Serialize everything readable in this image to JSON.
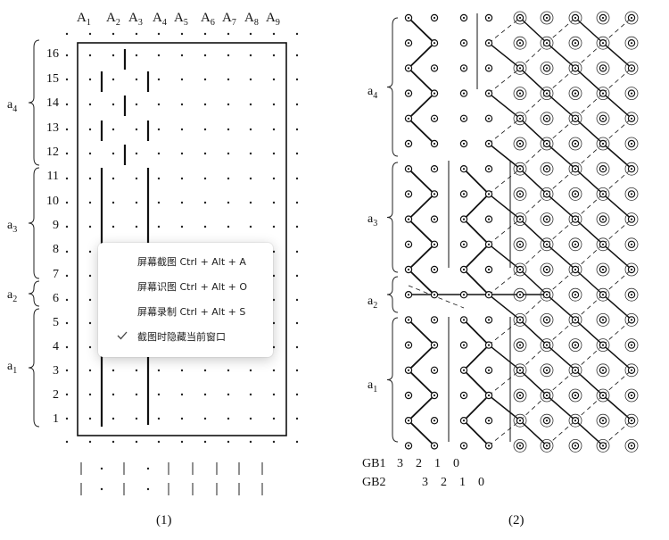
{
  "figure": {
    "col_headers": [
      {
        "base": "A",
        "sub": "1"
      },
      {
        "base": "A",
        "sub": "2"
      },
      {
        "base": "A",
        "sub": "3"
      },
      {
        "base": "A",
        "sub": "4"
      },
      {
        "base": "A",
        "sub": "5"
      },
      {
        "base": "A",
        "sub": "6"
      },
      {
        "base": "A",
        "sub": "7"
      },
      {
        "base": "A",
        "sub": "8"
      },
      {
        "base": "A",
        "sub": "9"
      }
    ],
    "row_numbers": [
      "16",
      "15",
      "14",
      "13",
      "12",
      "11",
      "10",
      "9",
      "8",
      "7",
      "6",
      "5",
      "4",
      "3",
      "2",
      "1"
    ],
    "groups_left": [
      {
        "base": "a",
        "sub": "4"
      },
      {
        "base": "a",
        "sub": "3"
      },
      {
        "base": "a",
        "sub": "2"
      },
      {
        "base": "a",
        "sub": "1"
      }
    ],
    "groups_right": [
      {
        "base": "a",
        "sub": "4"
      },
      {
        "base": "a",
        "sub": "3"
      },
      {
        "base": "a",
        "sub": "2"
      },
      {
        "base": "a",
        "sub": "1"
      }
    ],
    "caption_left": "(1)",
    "caption_right": "(2)",
    "gb1_label": "GB1",
    "gb1_values": "3    2    1    0",
    "gb2_label": "GB2",
    "gb2_values": "3    2    1    0"
  },
  "context_menu": {
    "items": [
      {
        "label": "屏幕截图 Ctrl + Alt + A",
        "checked": false
      },
      {
        "label": "屏幕识图 Ctrl + Alt + O",
        "checked": false
      },
      {
        "label": "屏幕录制 Ctrl + Alt + S",
        "checked": false
      },
      {
        "label": "截图时隐藏当前窗口",
        "checked": true
      }
    ]
  }
}
